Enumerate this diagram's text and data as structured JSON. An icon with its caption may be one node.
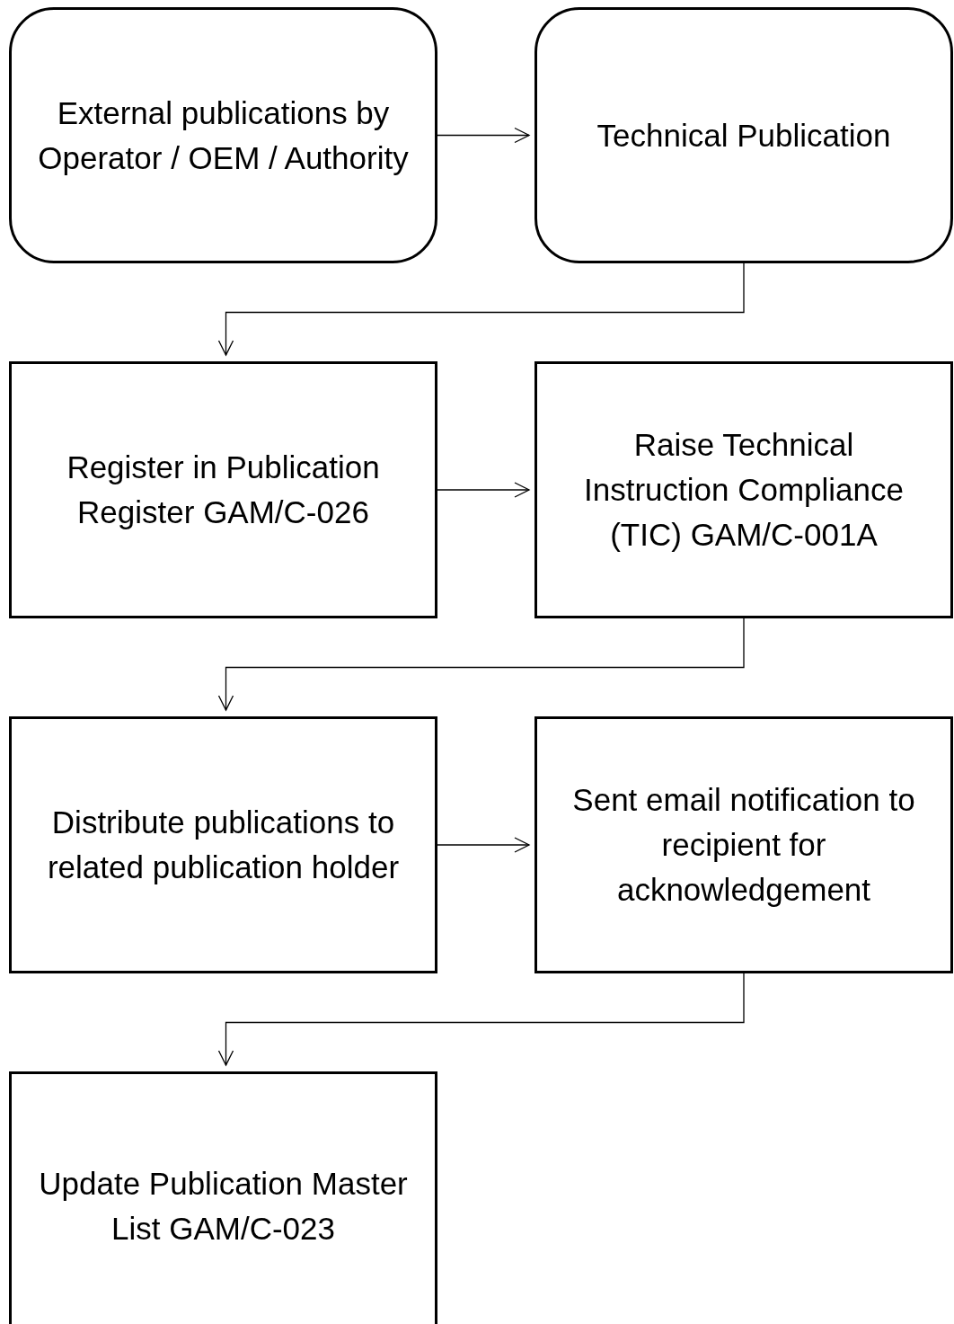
{
  "diagram": {
    "nodes": [
      {
        "text": [
          "External publications by Operator / OEM / Authority"
        ]
      },
      {
        "text": [
          "Technical Publication"
        ]
      },
      {
        "text": [
          "Register in Publication Register GAM/C-026"
        ]
      },
      {
        "text": [
          "Raise Technical Instruction Compliance (TIC) GAM/C-001A"
        ]
      },
      {
        "text": [
          "Distribute publications to related publication holder"
        ]
      },
      {
        "text": [
          "Sent email notification to recipient for acknowledgement"
        ]
      },
      {
        "text": [
          "Update Publication Master List GAM/C-023"
        ]
      }
    ],
    "edges": [
      {
        "from": 0,
        "to": 1,
        "arrow": "to"
      },
      {
        "from": 1,
        "to": 2,
        "arrow": "to"
      },
      {
        "from": 2,
        "to": 3,
        "arrow": "to"
      },
      {
        "from": 3,
        "to": 4,
        "arrow": "to"
      },
      {
        "from": 4,
        "to": 5,
        "arrow": "to"
      },
      {
        "from": 5,
        "to": 6,
        "arrow": "to"
      }
    ]
  }
}
